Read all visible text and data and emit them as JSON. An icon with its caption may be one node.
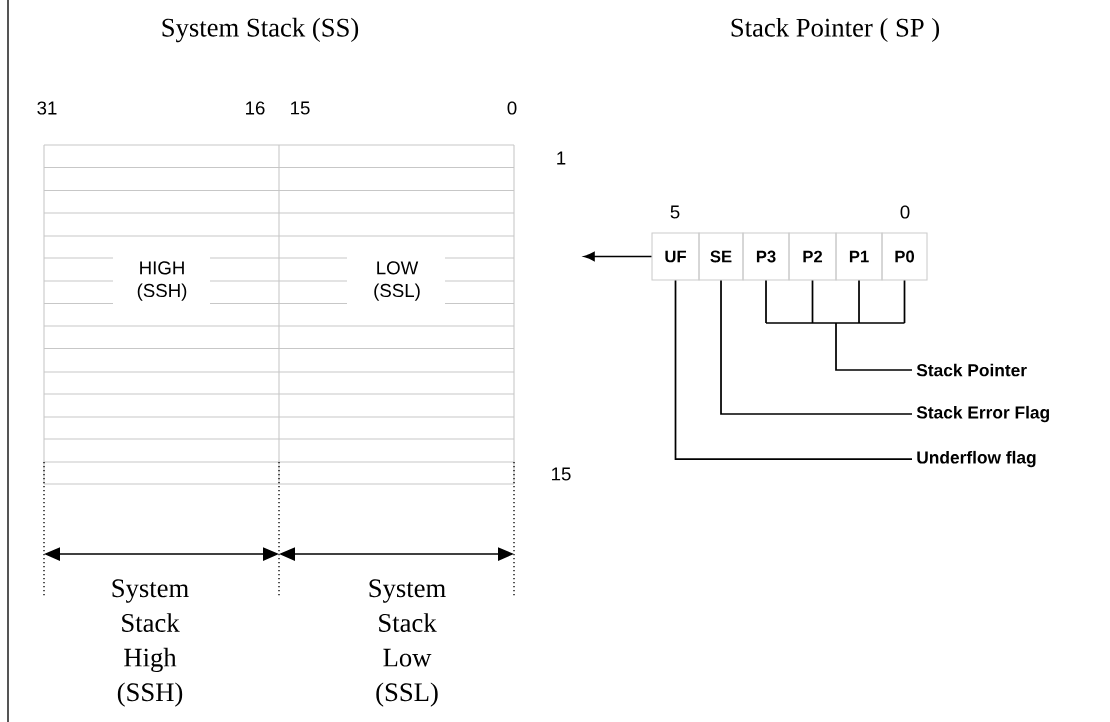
{
  "diagram": {
    "nodes": [
      {
        "text": [
          "HIGH (SSH)",
          "LOW (SSL)"
        ]
      },
      {
        "text": [
          "UF"
        ]
      },
      {
        "text": [
          "SE"
        ]
      },
      {
        "text": [
          "P3"
        ]
      },
      {
        "text": [
          "P2"
        ]
      },
      {
        "text": [
          "P1"
        ]
      },
      {
        "text": [
          "P0"
        ]
      },
      {
        "text": [
          "Stack Pointer"
        ]
      },
      {
        "text": [
          "Stack Error Flag"
        ]
      },
      {
        "text": [
          "Underflow flag"
        ]
      }
    ],
    "edges": [
      {
        "from": 1,
        "to": null,
        "arrow": "to"
      },
      {
        "from": 3,
        "to": 7,
        "arrow": "none"
      },
      {
        "from": 4,
        "to": 7,
        "arrow": "none"
      },
      {
        "from": 5,
        "to": 7,
        "arrow": "none"
      },
      {
        "from": 6,
        "to": 7,
        "arrow": "none"
      },
      {
        "from": 2,
        "to": 8,
        "arrow": "none"
      },
      {
        "from": 1,
        "to": 9,
        "arrow": "none"
      }
    ],
    "labels": [
      "System Stack (SS)",
      "Stack Pointer ( SP )",
      "31",
      "16",
      "15",
      "0",
      "1",
      "5",
      "0",
      "15",
      "System Stack High (SSH)",
      "System Stack Low (SSL)"
    ]
  }
}
